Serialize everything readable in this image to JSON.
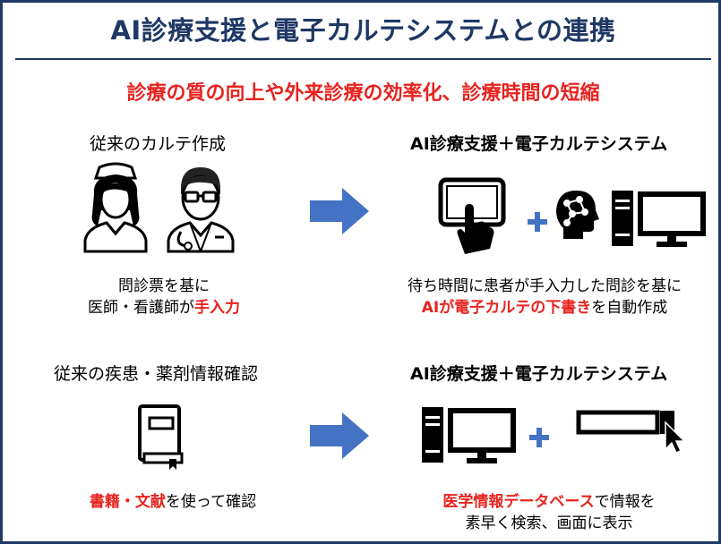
{
  "title": "AI診療支援と電子カルテシステムとの連携",
  "subtitle": "診療の質の向上や外来診療の効率化、診療時間の短縮",
  "rows": [
    {
      "left_label": "従来のカルテ作成",
      "right_label": "AI診療支援＋電子カルテシステム",
      "left_caption_line1": "問診票を基に",
      "left_caption_line2_plain": "医師・看護師が",
      "left_caption_line2_highlight": "手入力",
      "right_caption_line1": "待ち時間に患者が手入力した問診を基に",
      "right_caption_line2_highlight": "AIが電子カルテの下書き",
      "right_caption_line2_plain": "を自動作成"
    },
    {
      "left_label": "従来の疾患・薬剤情報確認",
      "right_label": "AI診療支援＋電子カルテシステム",
      "left_caption_highlight": "書籍・文献",
      "left_caption_plain": "を使って確認",
      "right_caption_line1_highlight": "医学情報データベース",
      "right_caption_line1_plain": "で情報を",
      "right_caption_line2": "素早く検索、画面に表示"
    }
  ],
  "icons": {
    "row1": [
      "nurse-icon",
      "doctor-icon",
      "arrow-right-icon",
      "tablet-touch-icon",
      "plus-icon",
      "ai-brain-icon",
      "desktop-computer-icon"
    ],
    "row2": [
      "book-icon",
      "arrow-right-icon",
      "desktop-computer-icon",
      "plus-icon",
      "search-bar-icon"
    ]
  },
  "colors": {
    "accent_red": "#e8231f",
    "navy": "#1f3864",
    "arrow_blue": "#4472c4"
  }
}
